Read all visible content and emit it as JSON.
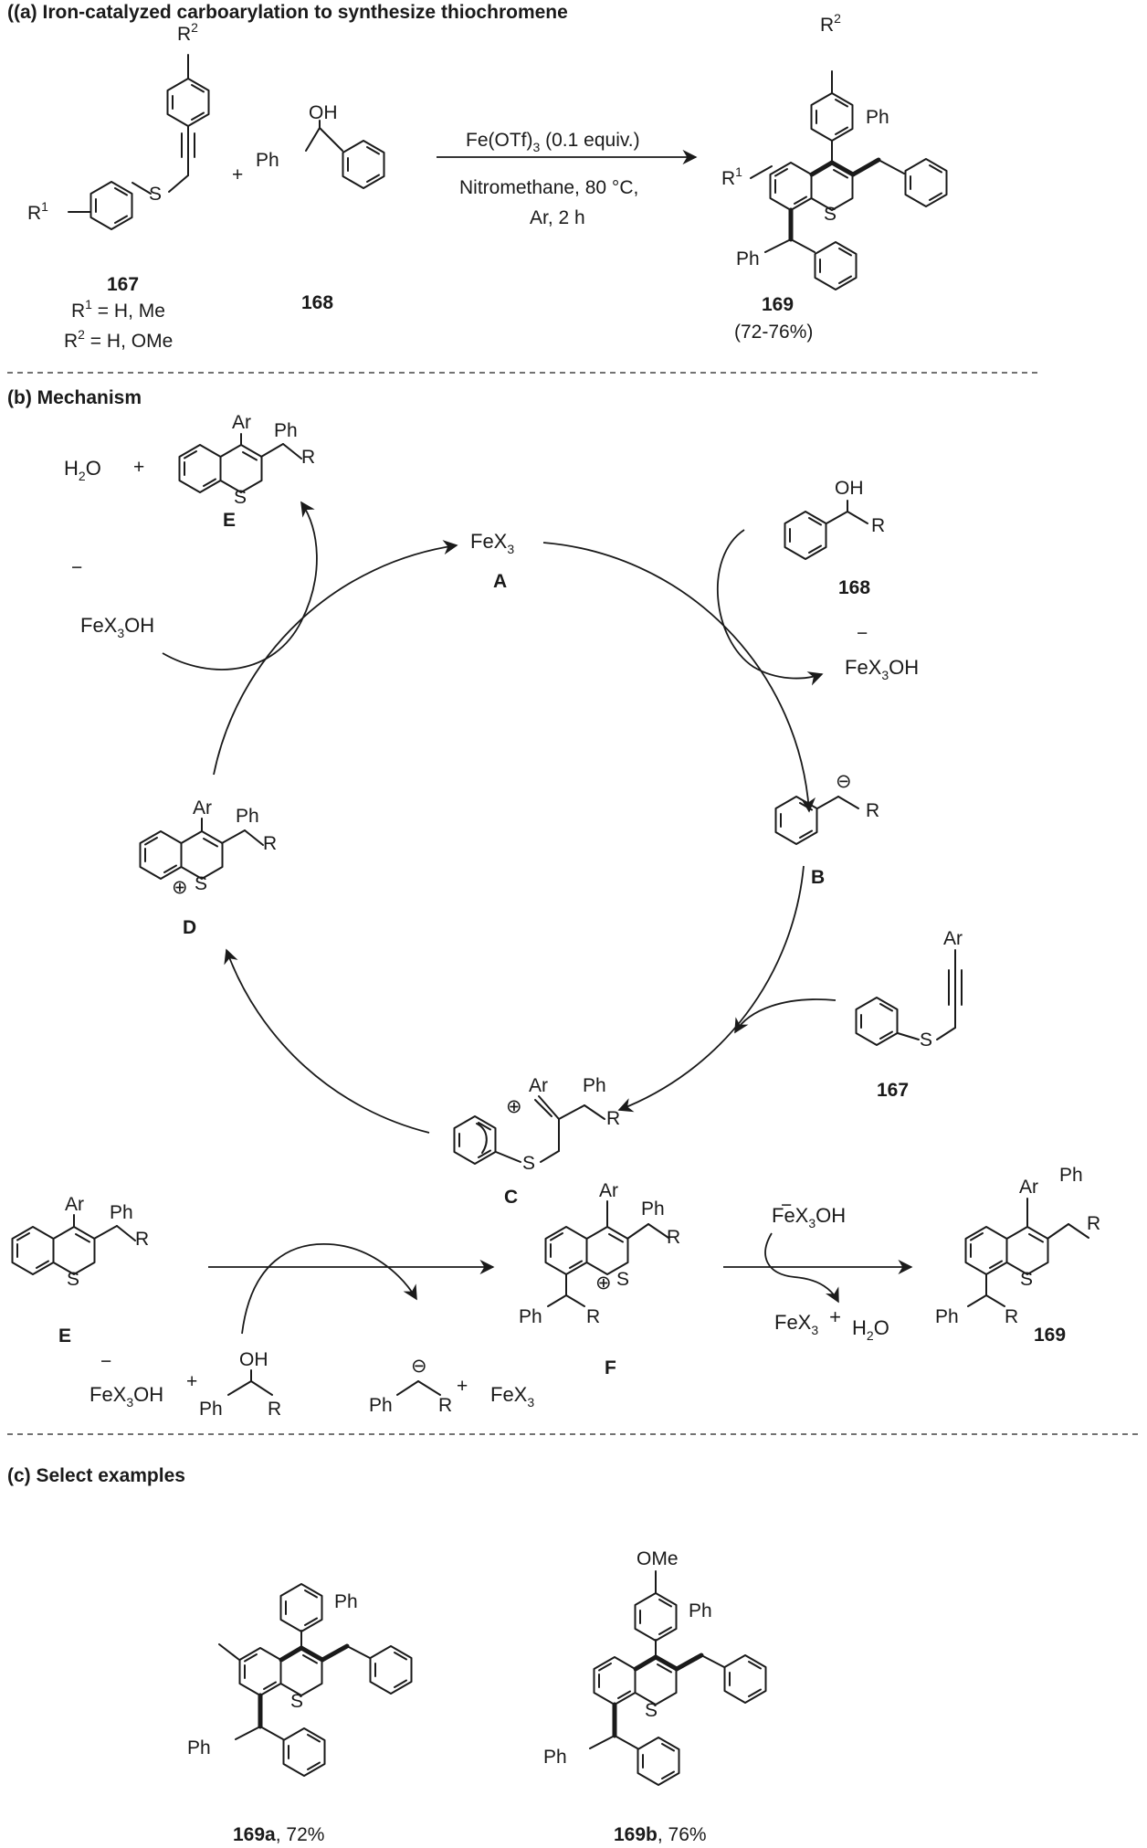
{
  "panel_a": {
    "title": "((a) Iron-catalyzed carboarylation to synthesize thiochromene",
    "reagent": {
      "label": "167",
      "r1_sym": "R",
      "r1_sup": "1",
      "r2_sym": "R",
      "r2_sup": "2",
      "s": "S",
      "cond1_prefix": "R",
      "cond1_sup": "1",
      "cond1_rest": " = H, Me",
      "cond2_prefix": "R",
      "cond2_sup": "2",
      "cond2_rest": " = H, OMe"
    },
    "plus": "+",
    "alcohol": {
      "label": "168",
      "oh": "OH",
      "ph": "Ph"
    },
    "conditions": {
      "line1_main": "Fe(OTf)",
      "line1_sub": "3",
      "line1_rest": " (0.1 equiv.)",
      "line2": "Nitromethane, 80 °C,",
      "line3": "Ar, 2 h"
    },
    "product": {
      "label": "169",
      "yield": "(72-76%)",
      "r1_sym": "R",
      "r1_sup": "1",
      "r2_sym": "R",
      "r2_sup": "2",
      "s": "S",
      "ph_top": "Ph",
      "ph_bottom": "Ph"
    }
  },
  "panel_b": {
    "title": "(b) Mechanism",
    "water": {
      "h": "H",
      "sub": "2",
      "o": "O"
    },
    "plus": "+",
    "minus": "−",
    "E": {
      "label": "E",
      "ar": "Ar",
      "ph": "Ph",
      "r": "R",
      "s": "S"
    },
    "A": {
      "label": "A",
      "fe": "FeX",
      "sub": "3"
    },
    "fex3oh_left": {
      "main": "FeX",
      "sub": "3",
      "rest": "OH"
    },
    "fex3oh_right": {
      "main": "FeX",
      "sub": "3",
      "rest": "OH"
    },
    "alc168": {
      "label": "168",
      "oh": "OH",
      "r": "R"
    },
    "B": {
      "label": "B",
      "r": "R",
      "charge": "⊖"
    },
    "D": {
      "label": "D",
      "ar": "Ar",
      "ph": "Ph",
      "r": "R",
      "s": "S",
      "charge": "⊕"
    },
    "s167": {
      "label": "167",
      "ar": "Ar",
      "s": "S"
    },
    "C": {
      "label": "C",
      "ar": "Ar",
      "ph": "Ph",
      "r": "R",
      "s": "S",
      "charge": "⊕"
    },
    "bottom": {
      "E": {
        "label": "E",
        "ar": "Ar",
        "ph": "Ph",
        "r": "R",
        "s": "S"
      },
      "fex3oh": {
        "main": "FeX",
        "sub": "3",
        "rest": "OH"
      },
      "alc": {
        "oh": "OH",
        "ph": "Ph",
        "r": "R"
      },
      "anion": {
        "ph": "Ph",
        "r": "R",
        "charge": "⊖"
      },
      "fex3": {
        "main": "FeX",
        "sub": "3"
      },
      "F": {
        "label": "F",
        "ar": "Ar",
        "ph": "Ph",
        "ph2": "Ph",
        "r": "R",
        "r2": "R",
        "s": "S",
        "charge": "⊕"
      },
      "fex3oh_top": {
        "main": "FeX",
        "sub": "3",
        "rest": "OH"
      },
      "fex3_h2o": {
        "main": "FeX",
        "sub": "3",
        "plus": "+",
        "h": "H",
        "h2sub": "2",
        "o": "O"
      },
      "p169": {
        "label": "169",
        "ar": "Ar",
        "ph": "Ph",
        "ph2": "Ph",
        "r": "R",
        "r2": "R",
        "s": "S"
      }
    }
  },
  "panel_c": {
    "title": "(c) Select examples",
    "ex1": {
      "label": "169a",
      "yield": ", 72%",
      "ph1": "Ph",
      "ph2": "Ph",
      "s": "S"
    },
    "ex2": {
      "label": "169b",
      "yield": ", 76%",
      "ome": "OMe",
      "ph1": "Ph",
      "ph2": "Ph",
      "s": "S"
    }
  }
}
